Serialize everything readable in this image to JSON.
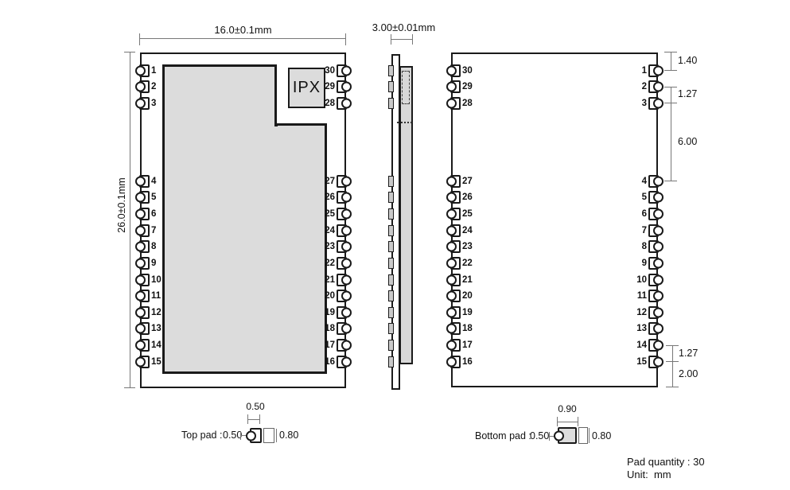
{
  "front_view": {
    "width_dim": "16.0±0.1mm",
    "height_dim": "26.0±0.1mm",
    "ipx_label": "IPX",
    "left_pins": [
      "1",
      "2",
      "3",
      "4",
      "5",
      "6",
      "7",
      "8",
      "9",
      "10",
      "11",
      "12",
      "13",
      "14",
      "15"
    ],
    "right_pins": [
      "30",
      "29",
      "28",
      "27",
      "26",
      "25",
      "24",
      "23",
      "22",
      "21",
      "20",
      "19",
      "18",
      "17",
      "16"
    ]
  },
  "side_view": {
    "thickness_dim": "3.00±0.01mm"
  },
  "back_view": {
    "left_pins": [
      "30",
      "29",
      "28",
      "27",
      "26",
      "25",
      "24",
      "23",
      "22",
      "21",
      "20",
      "19",
      "18",
      "17",
      "16"
    ],
    "right_pins": [
      "1",
      "2",
      "3",
      "4",
      "5",
      "6",
      "7",
      "8",
      "9",
      "10",
      "11",
      "12",
      "13",
      "14",
      "15"
    ],
    "dim_top": "1.40",
    "dim_pitch_top": "1.27",
    "dim_gap": "6.00",
    "dim_pitch_bottom": "1.27",
    "dim_bottom": "2.00"
  },
  "top_pad_detail": {
    "label": "Top pad :",
    "width_dim": "0.50",
    "left_dim": "0.50",
    "right_dim": "0.80"
  },
  "bottom_pad_detail": {
    "label": "Bottom pad :",
    "width_dim": "0.90",
    "left_dim": "0.50",
    "right_dim": "0.80"
  },
  "footer": {
    "pad_quantity": "Pad quantity : 30",
    "unit": "Unit:  mm"
  },
  "colors": {
    "line": "#1a1a1a",
    "dim_line": "#777777",
    "pcb_fill": "#dcdcdc",
    "shield_fill": "#d8d8d8",
    "side_pad_fill": "#c9c9c9",
    "text": "#111111"
  }
}
